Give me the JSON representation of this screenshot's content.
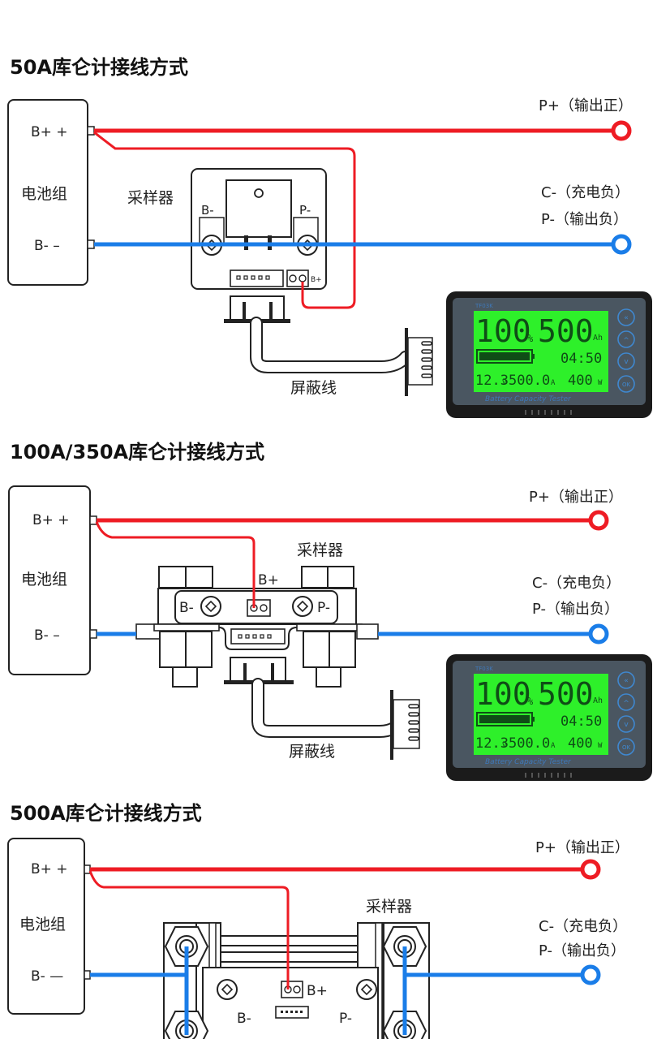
{
  "sections": [
    {
      "title": "50A库仑计接线方式",
      "battery": {
        "label": "电池组",
        "pos": "B+  +",
        "neg": "B-  –"
      },
      "sampler": {
        "label": "采样器",
        "b_minus": "B-",
        "p_minus": "P-",
        "b_plus": "B+"
      },
      "cable_label": "屏蔽线",
      "outputs": {
        "p_plus": "P+（输出正）",
        "c_minus": "C-（充电负）",
        "p_minus": "P-（输出负）"
      }
    },
    {
      "title": "100A/350A库仑计接线方式",
      "battery": {
        "label": "电池组",
        "pos": "B+  +",
        "neg": "B-  –"
      },
      "sampler": {
        "label": "采样器",
        "b_minus": "B-",
        "p_minus": "P-",
        "b_plus": "B+"
      },
      "cable_label": "屏蔽线",
      "outputs": {
        "p_plus": "P+（输出正）",
        "c_minus": "C-（充电负）",
        "p_minus": "P-（输出负）"
      }
    },
    {
      "title": "500A库仑计接线方式",
      "battery": {
        "label": "电池组",
        "pos": "B+  +",
        "neg": "B-  —"
      },
      "sampler": {
        "label": "采样器",
        "b_minus": "B-",
        "p_minus": "P-",
        "b_plus": "B+"
      },
      "outputs": {
        "p_plus": "P+（输出正）",
        "c_minus": "C-（充电负）",
        "p_minus": "P-（输出负）"
      }
    }
  ],
  "display": {
    "brand": "TF03K",
    "percent": "100",
    "percent_unit": "%",
    "capacity": "500",
    "capacity_unit": "Ah",
    "battery_level": 1.0,
    "time": "04:50",
    "voltage": "12.3",
    "voltage_unit": "V",
    "current": "500.0",
    "current_unit": "A",
    "power": "400",
    "power_unit": "W",
    "footer": "Battery Capacity Tester",
    "buttons": [
      "«",
      "^",
      "v",
      "OK"
    ]
  },
  "colors": {
    "positive": "#ee1c24",
    "negative": "#1a7de8",
    "lcd": "#2ef02a",
    "bezel": "#1b1b1b",
    "panel": "#4a5661"
  }
}
